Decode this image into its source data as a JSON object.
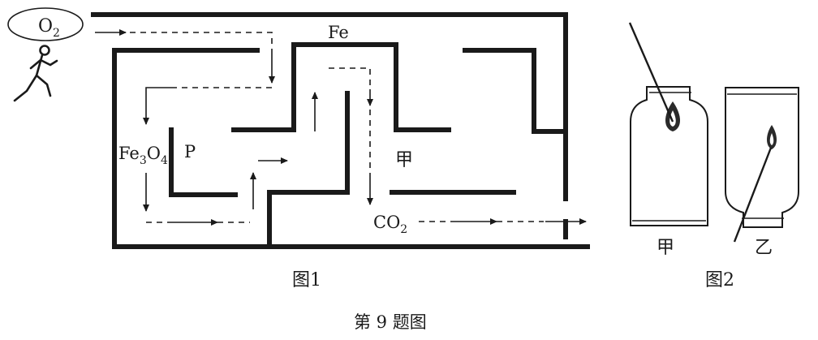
{
  "figure1": {
    "molecule_start": {
      "base": "O",
      "sub": "2"
    },
    "label_fe": "Fe",
    "label_fe3o4": {
      "a": "Fe",
      "s1": "3",
      "b": "O",
      "s2": "4"
    },
    "label_p": "P",
    "label_jia": "甲",
    "label_co2": {
      "base": "CO",
      "sub": "2"
    },
    "caption": "图1"
  },
  "figure2": {
    "bottle_a_label": "甲",
    "bottle_b_label": "乙",
    "caption": "图2"
  },
  "title": "第 9 题图"
}
